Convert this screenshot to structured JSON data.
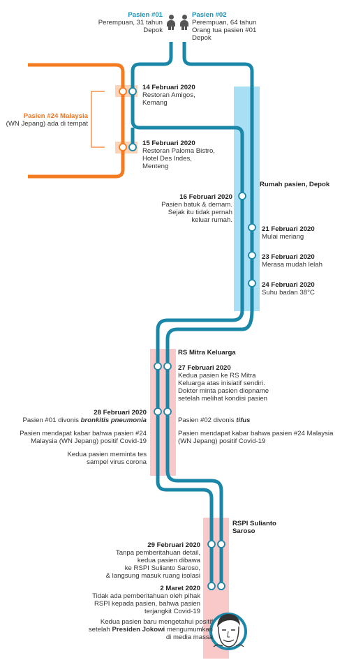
{
  "patients": {
    "p1": {
      "title": "Pasien #01",
      "desc": [
        "Perempuan, 31 tahun",
        "Depok"
      ]
    },
    "p2": {
      "title": "Pasien #02",
      "desc": [
        "Perempuan, 64 tahun",
        "Orang tua pasien #01",
        "Depok"
      ]
    }
  },
  "p24": {
    "title": "Pasien #24 Malaysia",
    "desc": "(WN Jepang) ada di tempat"
  },
  "locations": {
    "rumah": "Rumah pasien, Depok",
    "mitra": "RS Mitra Keluarga",
    "rspi": [
      "RSPI Sulianto",
      "Saroso"
    ]
  },
  "events": {
    "e1": {
      "date": "14 Februari 2020",
      "text": [
        "Restoran Amigos,",
        "Kemang"
      ]
    },
    "e2": {
      "date": "15 Februari 2020",
      "text": [
        "Restoran Paloma Bistro,",
        "Hotel Des Indes,",
        "Menteng"
      ]
    },
    "e3": {
      "date": "16 Februari 2020",
      "text": [
        "Pasien batuk & demam.",
        "Sejak itu tidak pernah",
        "keluar rumah."
      ]
    },
    "e4": {
      "date": "21 Februari 2020",
      "text": [
        "Mulai meriang"
      ]
    },
    "e5": {
      "date": "23 Februari 2020",
      "text": [
        "Merasa mudah lelah"
      ]
    },
    "e6": {
      "date": "24 Februari 2020",
      "text": [
        "Suhu badan 38°C"
      ]
    },
    "e7": {
      "date": "27 Februari 2020",
      "text": [
        "Kedua pasien ke RS Mitra",
        "Keluarga atas inisiatif sendiri.",
        "Dokter minta pasien diopname",
        "setelah melihat kondisi pasien"
      ]
    },
    "e8": {
      "date": "28 Februari 2020",
      "left_prefix": "Pasien #01 divonis ",
      "left_em": "bronkitis pneumonia",
      "left_more": [
        "Pasien mendapat kabar bahwa pasien #24",
        "Malaysia (WN Jepang) positif Covid-19",
        "",
        "Kedua pasien meminta tes",
        "sampel virus corona"
      ],
      "right_prefix": "Pasien #02 divonis ",
      "right_em": "tifus",
      "right_more": [
        "Pasien mendapat kabar bahwa pasien #24 Malaysia",
        "(WN Jepang) positif Covid-19"
      ]
    },
    "e9": {
      "date": "29 Februari 2020",
      "text": [
        "Tanpa pemberitahuan detail,",
        "kedua pasien dibawa",
        "ke RSPI Sulianto Saroso,",
        "& langsung masuk ruang isolasi"
      ]
    },
    "e10": {
      "date": "2 Maret 2020",
      "text": [
        "Tidak ada pemberitahuan oleh pihak",
        "RSPI kepada pasien, bahwa pasien",
        "terjangkit Covid-19"
      ]
    },
    "e11": {
      "before": [
        "Kedua pasien baru mengetahui positif",
        "setelah "
      ],
      "bold": "Presiden Jokowi",
      "after": [
        " mengumumkan",
        "di media massa"
      ]
    }
  },
  "colors": {
    "line": "#1a86a8",
    "p24": "#f47b20",
    "home": "#a8dff4",
    "hospital": "#f9c8c8",
    "stopOrange": "#fcd3b6"
  }
}
